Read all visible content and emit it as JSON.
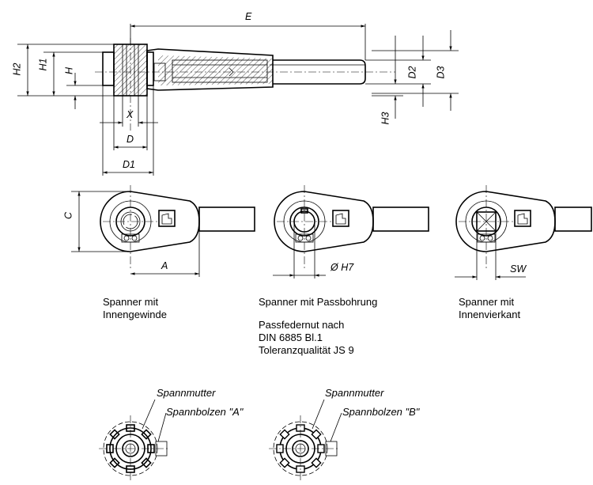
{
  "dimensions": {
    "E": "E",
    "H2": "H2",
    "H1": "H1",
    "H": "H",
    "X": "X",
    "D": "D",
    "D1": "D1",
    "D2": "D2",
    "D3": "D3",
    "H3": "H3",
    "C": "C",
    "A": "A",
    "OH7": "Ø H7",
    "SW": "SW"
  },
  "captions": {
    "v1": [
      "Spanner mit",
      "Innengewinde"
    ],
    "v2": [
      "Spanner mit Passbohrung"
    ],
    "v2_note": [
      "Passfedernut nach",
      "DIN 6885 Bl.1",
      "Toleranzqualität JS 9"
    ],
    "v3": [
      "Spanner mit",
      "Innenvierkant"
    ]
  },
  "details": {
    "a": {
      "nut": "Spannmutter",
      "bolt": "Spannbolzen \"A\""
    },
    "b": {
      "nut": "Spannmutter",
      "bolt": "Spannbolzen \"B\""
    }
  }
}
